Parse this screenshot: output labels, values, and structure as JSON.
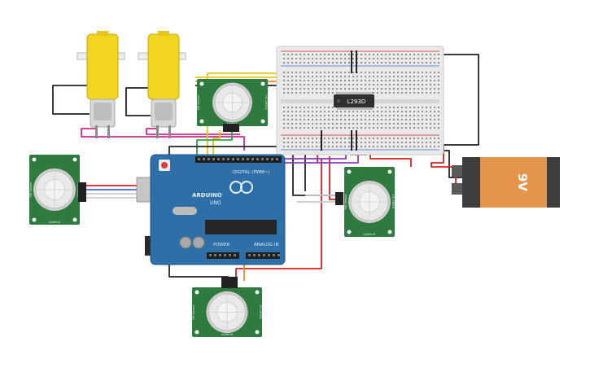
{
  "colors": {
    "arduino_board": "#2f6fa8",
    "arduino_dark": "#1f5488",
    "sensor_board": "#2f7a3f",
    "sensor_dome": "#e8e8e8",
    "motor_yellow": "#f2d51f",
    "breadboard": "#e9e9e9",
    "battery_body": "#e4944b",
    "battery_dark": "#3d3d3d",
    "ic_chip": "#2e2e2e",
    "wire_red": "#d62020",
    "wire_black": "#222222",
    "wire_yellow": "#e8c619",
    "wire_green": "#2aa34a",
    "wire_purple": "#8a3fb8",
    "wire_magenta": "#d02a8a",
    "wire_orange": "#ef8a1f",
    "wire_blue": "#3f6ad8",
    "wire_white": "#cccccc"
  },
  "labels": {
    "ic_name": "L293D",
    "battery_voltage": "9V",
    "arduino_brand": "ARDUINO",
    "arduino_model": "UNO",
    "arduino_digital": "DIGITAL (PWM~)",
    "arduino_power": "POWER",
    "arduino_analog": "ANALOG IN",
    "pir_code": "HC-SR501",
    "pir_sub": "PIR Sensor",
    "pir_tag": "Adafruit"
  }
}
